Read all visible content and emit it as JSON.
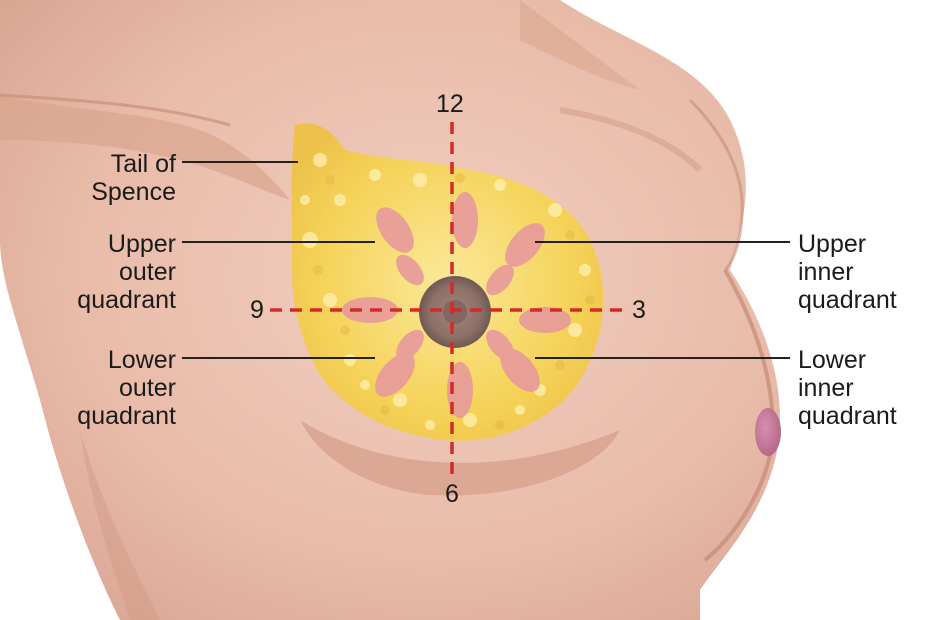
{
  "labels": {
    "tail_of_spence": "Tail of\nSpence",
    "upper_outer": "Upper\nouter\nquadrant",
    "lower_outer": "Lower\nouter\nquadrant",
    "upper_inner": "Upper\ninner\nquadrant",
    "lower_inner": "Lower\ninner\nquadrant"
  },
  "clock": {
    "twelve": "12",
    "three": "3",
    "six": "6",
    "nine": "9"
  },
  "colors": {
    "skin": "#ecc4b3",
    "skin_shadow": "#d79f8c",
    "gland_fat": "#f6d85a",
    "gland_lobule": "#e79a9c",
    "areola": "#8f7a72",
    "dashed_axis": "#d42a2a",
    "leader_line": "#222222"
  }
}
